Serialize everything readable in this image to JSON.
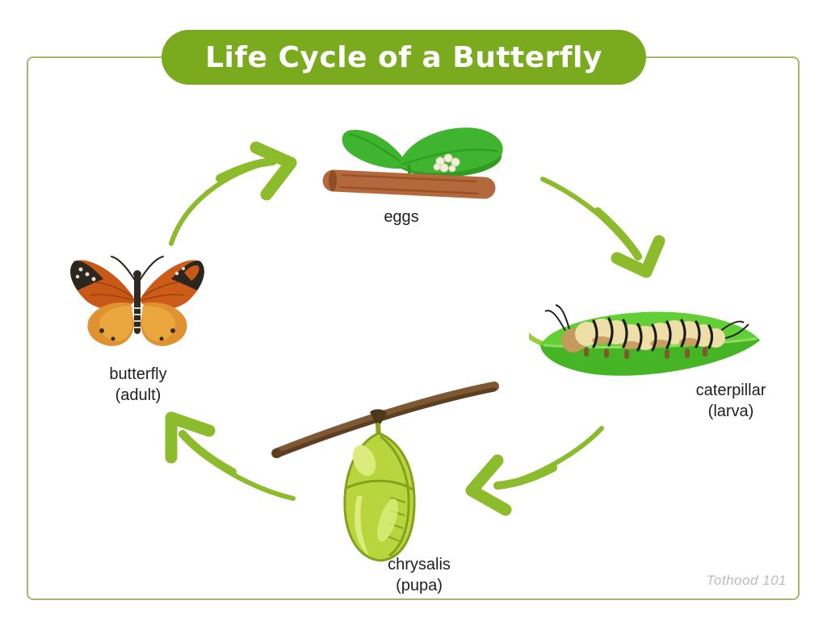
{
  "title": {
    "text": "Life Cycle of a Butterfly"
  },
  "stages": [
    {
      "id": "eggs",
      "label": "eggs",
      "sublabel": ""
    },
    {
      "id": "caterpillar",
      "label": "caterpillar",
      "sublabel": "(larva)"
    },
    {
      "id": "chrysalis",
      "label": "chrysalis",
      "sublabel": "(pupa)"
    },
    {
      "id": "butterfly",
      "label": "butterfly",
      "sublabel": "(adult)"
    }
  ],
  "arrows": [
    {
      "id": "arrow-butterfly-to-eggs",
      "direction": "up-right"
    },
    {
      "id": "arrow-eggs-to-caterpillar",
      "direction": "down-right"
    },
    {
      "id": "arrow-caterpillar-to-chrysalis",
      "direction": "down-left"
    },
    {
      "id": "arrow-chrysalis-to-butterfly",
      "direction": "up-left"
    }
  ],
  "watermark": "Tothood 101",
  "colors": {
    "banner_green": "#7aab1e",
    "arrow_green": "#8cbb2b",
    "border_green": "#a6b765",
    "label_text": "#1f1f1f",
    "watermark_gray": "#b7beb5"
  },
  "icons": [
    "eggs-on-branch-illustration",
    "caterpillar-on-leaf-illustration",
    "chrysalis-on-branch-illustration",
    "butterfly-illustration",
    "cycle-arrow"
  ]
}
